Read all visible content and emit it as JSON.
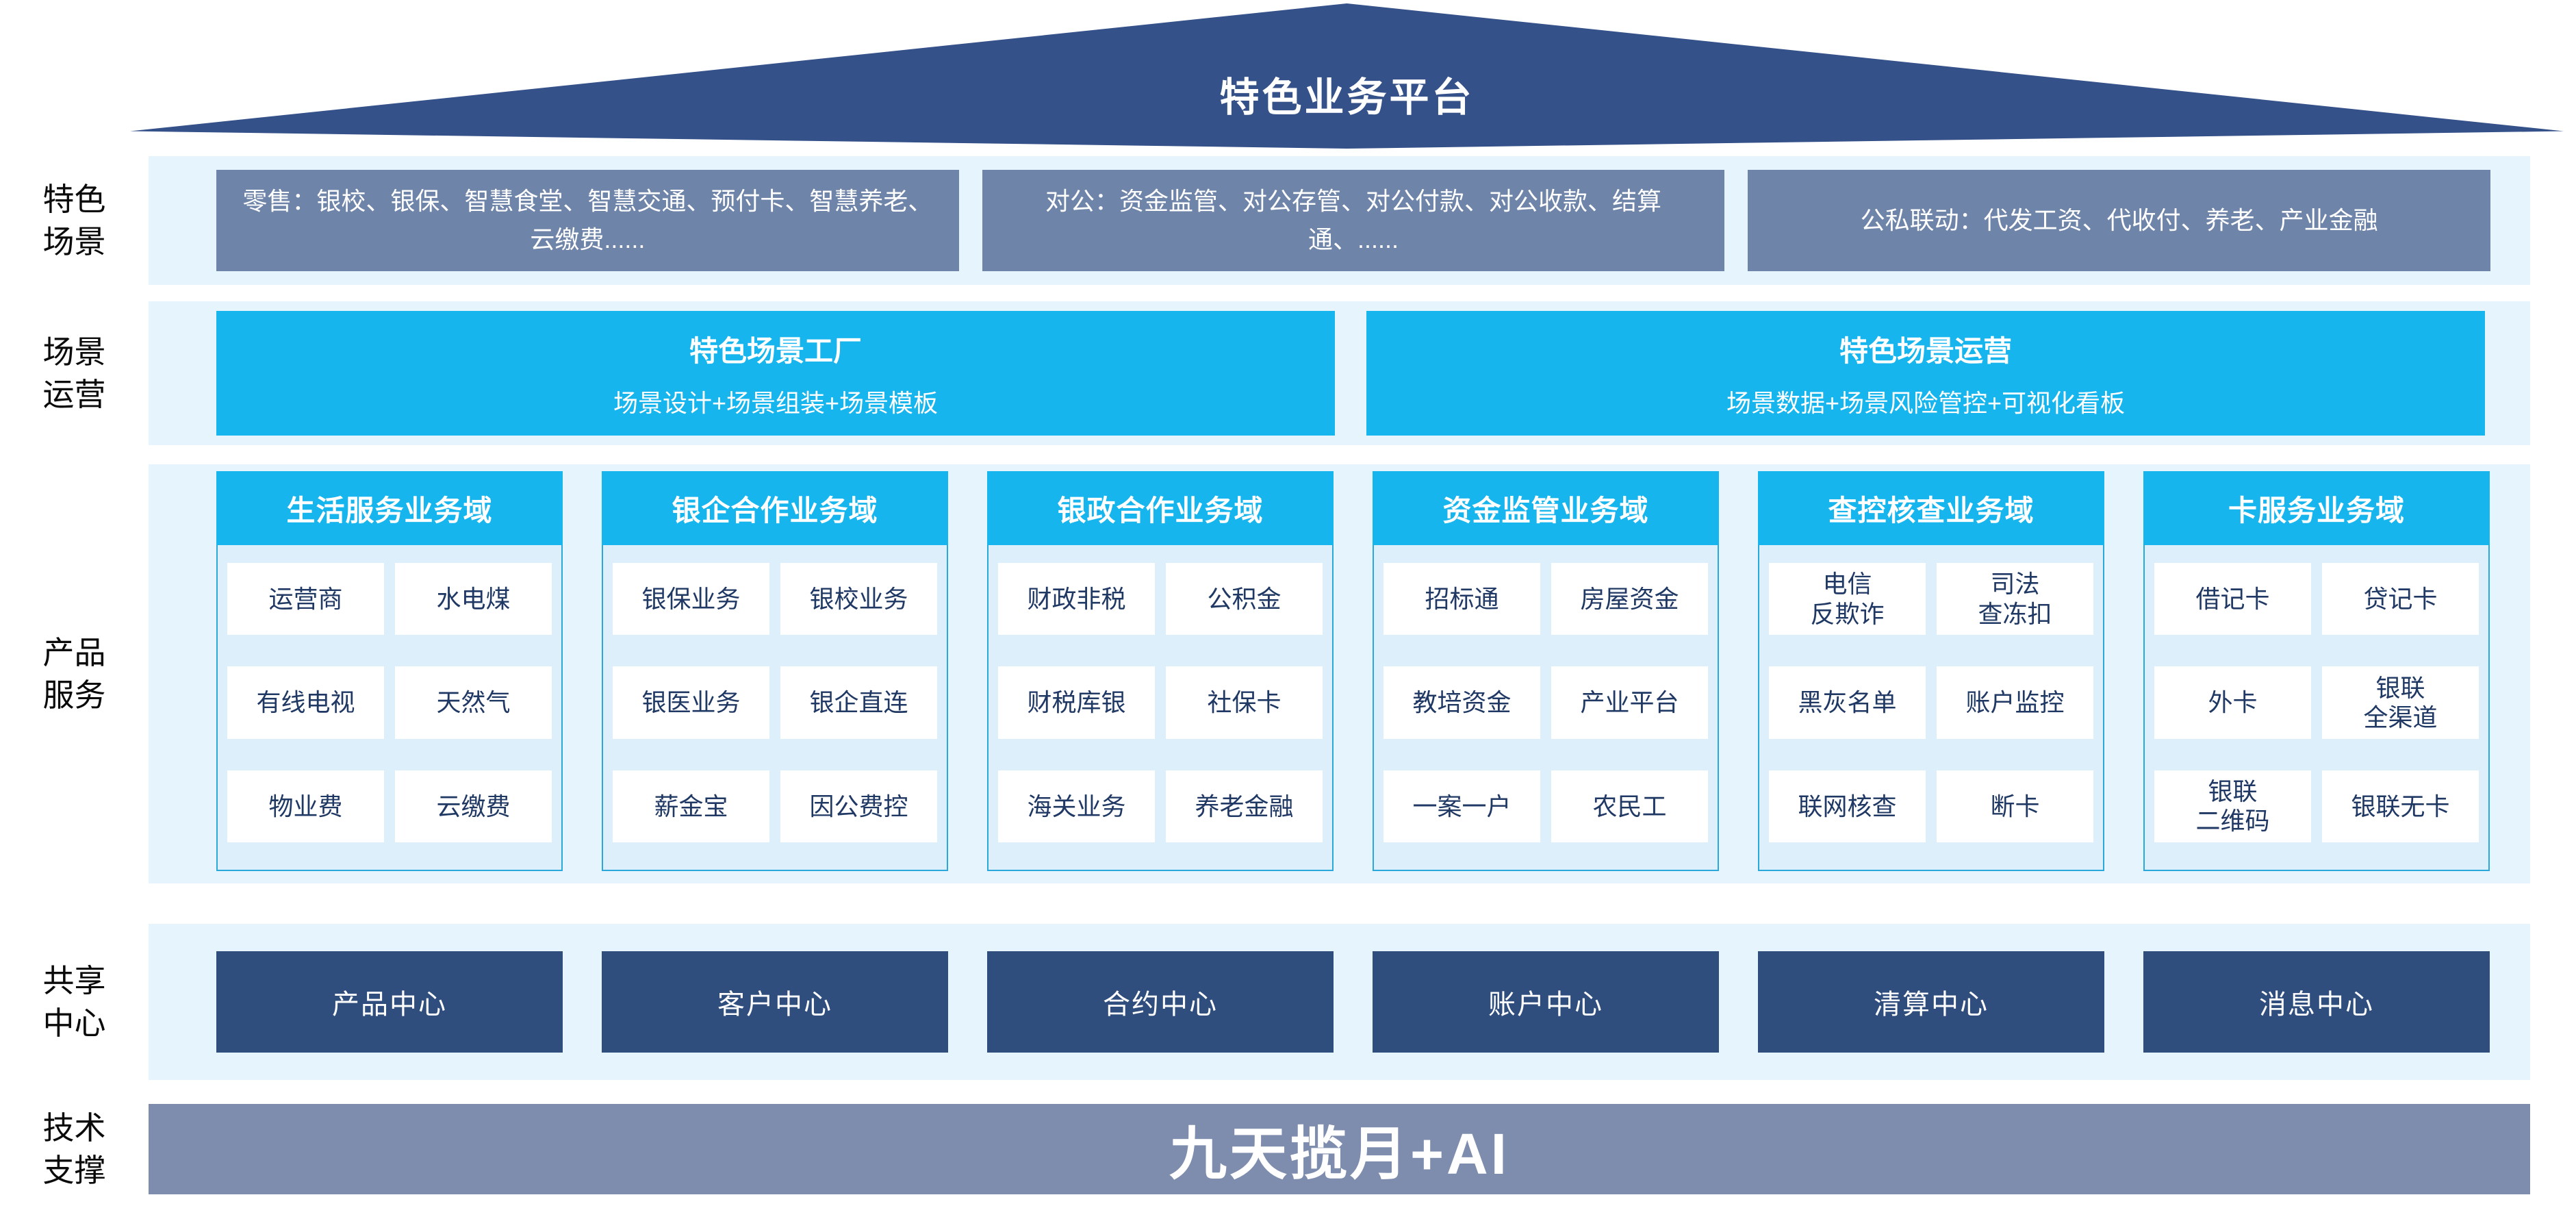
{
  "banner": {
    "title": "特色业务平台"
  },
  "side_labels": [
    {
      "line1": "特色",
      "line2": "场景"
    },
    {
      "line1": "场景",
      "line2": "运营"
    },
    {
      "line1": "产品",
      "line2": "服务"
    },
    {
      "line1": "共享",
      "line2": "中心"
    },
    {
      "line1": "技术",
      "line2": "支撑"
    }
  ],
  "scene_row": {
    "boxes": [
      {
        "text": "零售：银校、银保、智慧食堂、智慧交通、预付卡、智慧养老、云缴费......"
      },
      {
        "text": "对公：资金监管、对公存管、对公付款、对公收款、结算通、......"
      },
      {
        "text": "公私联动：代发工资、代收付、养老、产业金融"
      }
    ]
  },
  "operation_row": {
    "boxes": [
      {
        "title": "特色场景工厂",
        "subtitle": "场景设计+场景组装+场景模板"
      },
      {
        "title": "特色场景运营",
        "subtitle": "场景数据+场景风险管控+可视化看板"
      }
    ]
  },
  "product_row": {
    "columns": [
      {
        "header": "生活服务业务域",
        "cells": [
          "运营商",
          "水电煤",
          "有线电视",
          "天然气",
          "物业费",
          "云缴费"
        ]
      },
      {
        "header": "银企合作业务域",
        "cells": [
          "银保业务",
          "银校业务",
          "银医业务",
          "银企直连",
          "薪金宝",
          "因公费控"
        ]
      },
      {
        "header": "银政合作业务域",
        "cells": [
          "财政非税",
          "公积金",
          "财税库银",
          "社保卡",
          "海关业务",
          "养老金融"
        ]
      },
      {
        "header": "资金监管业务域",
        "cells": [
          "招标通",
          "房屋资金",
          "教培资金",
          "产业平台",
          "一案一户",
          "农民工"
        ]
      },
      {
        "header": "查控核查业务域",
        "cells": [
          "电信\n反欺诈",
          "司法\n查冻扣",
          "黑灰名单",
          "账户监控",
          "联网核查",
          "断卡"
        ]
      },
      {
        "header": "卡服务业务域",
        "cells": [
          "借记卡",
          "贷记卡",
          "外卡",
          "银联\n全渠道",
          "银联\n二维码",
          "银联无卡"
        ]
      }
    ]
  },
  "share_row": {
    "boxes": [
      "产品中心",
      "客户中心",
      "合约中心",
      "账户中心",
      "清算中心",
      "消息中心"
    ]
  },
  "tech_row": {
    "text": "九天揽月+AI"
  },
  "colors": {
    "roof_navy": "#35518A",
    "scene_box_blue": "#6F84A9",
    "cyan": "#16B5EE",
    "band_light_blue": "#E6F4FD",
    "body_light_blue": "#DCEFFA",
    "cell_text_navy": "#1F3864",
    "center_box_navy": "#2F4E7E",
    "tech_bar_blue": "#7E8CAE"
  }
}
